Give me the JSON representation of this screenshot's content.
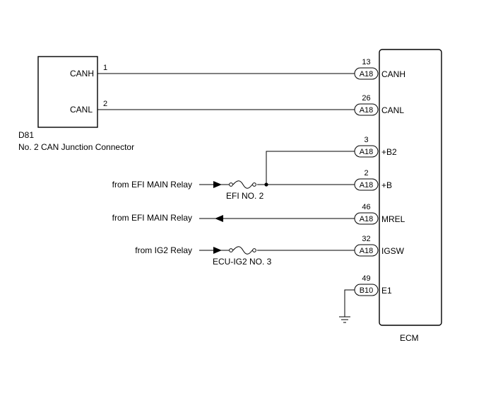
{
  "junction": {
    "id": "D81",
    "name": "No. 2 CAN Junction Connector",
    "pins": [
      {
        "num": "1",
        "label": "CANH"
      },
      {
        "num": "2",
        "label": "CANL"
      }
    ]
  },
  "ecm": {
    "label": "ECM",
    "terminals": [
      {
        "num": "13",
        "connector": "A18",
        "name": "CANH"
      },
      {
        "num": "26",
        "connector": "A18",
        "name": "CANL"
      },
      {
        "num": "3",
        "connector": "A18",
        "name": "+B2"
      },
      {
        "num": "2",
        "connector": "A18",
        "name": "+B"
      },
      {
        "num": "46",
        "connector": "A18",
        "name": "MREL"
      },
      {
        "num": "32",
        "connector": "A18",
        "name": "IGSW"
      },
      {
        "num": "49",
        "connector": "B10",
        "name": "E1"
      }
    ]
  },
  "sources": [
    {
      "text": "from EFI MAIN Relay"
    },
    {
      "text": "from EFI MAIN Relay"
    },
    {
      "text": "from IG2 Relay"
    }
  ],
  "fuses": [
    {
      "label": "EFI NO. 2"
    },
    {
      "label": "ECU-IG2 NO. 3"
    }
  ]
}
